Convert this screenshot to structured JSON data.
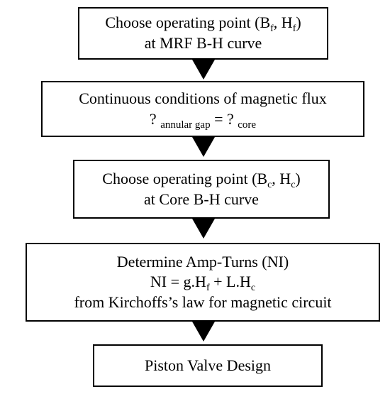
{
  "steps": [
    {
      "line1": {
        "pre": "Choose operating point (B",
        "sub1": "f",
        "mid": ", H",
        "sub2": "f",
        "post": ")"
      },
      "line2": "at MRF B-H curve"
    },
    {
      "line1": "Continuous conditions of magnetic flux",
      "line2": {
        "q1": "?",
        "sub1": "annular gap",
        "eq": "=",
        "q2": "?",
        "sub2": "core"
      }
    },
    {
      "line1": {
        "pre": "Choose operating point (B",
        "sub1": "c",
        "mid": ", H",
        "sub2": "c",
        "post": ")"
      },
      "line2": "at Core B-H curve"
    },
    {
      "line1": "Determine Amp-Turns (NI)",
      "line2": {
        "pre": "NI = g.H",
        "sub1": "f",
        "mid": " + L.H",
        "sub2": "c"
      },
      "line3": "from Kirchoffs’s law for magnetic circuit"
    },
    {
      "line1": "Piston Valve Design"
    }
  ],
  "colors": {
    "border": "#000000",
    "text": "#000000",
    "background": "#ffffff"
  }
}
